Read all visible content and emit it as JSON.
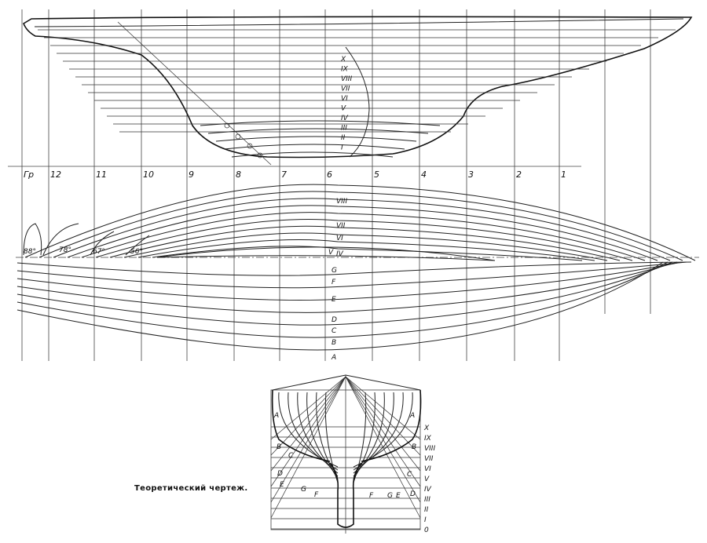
{
  "caption": "Теоретический чертеж.",
  "stations": [
    "Гр",
    "12",
    "11",
    "10",
    "9",
    "8",
    "7",
    "6",
    "5",
    "4",
    "3",
    "2",
    "1"
  ],
  "waterlines_upper": [
    "X",
    "IX",
    "VIII",
    "VII",
    "VI",
    "V",
    "IV",
    "III",
    "II",
    "I"
  ],
  "half_breadth_labels": [
    "VIII",
    "VII",
    "VI",
    "V",
    "IV"
  ],
  "buttock_labels": [
    "G",
    "F",
    "E",
    "D",
    "C",
    "B",
    "A"
  ],
  "angles": [
    "88°",
    "78°",
    "67°",
    "56°"
  ],
  "body_plan_waterlines": [
    "X",
    "IX",
    "VIII",
    "VII",
    "VI",
    "V",
    "IV",
    "III",
    "II",
    "I",
    "0"
  ],
  "body_plan_letters_left": [
    "A",
    "B",
    "C",
    "D",
    "E",
    "G",
    "F"
  ],
  "body_plan_letters_right": [
    "A",
    "B",
    "C",
    "D",
    "E",
    "G",
    "F"
  ]
}
